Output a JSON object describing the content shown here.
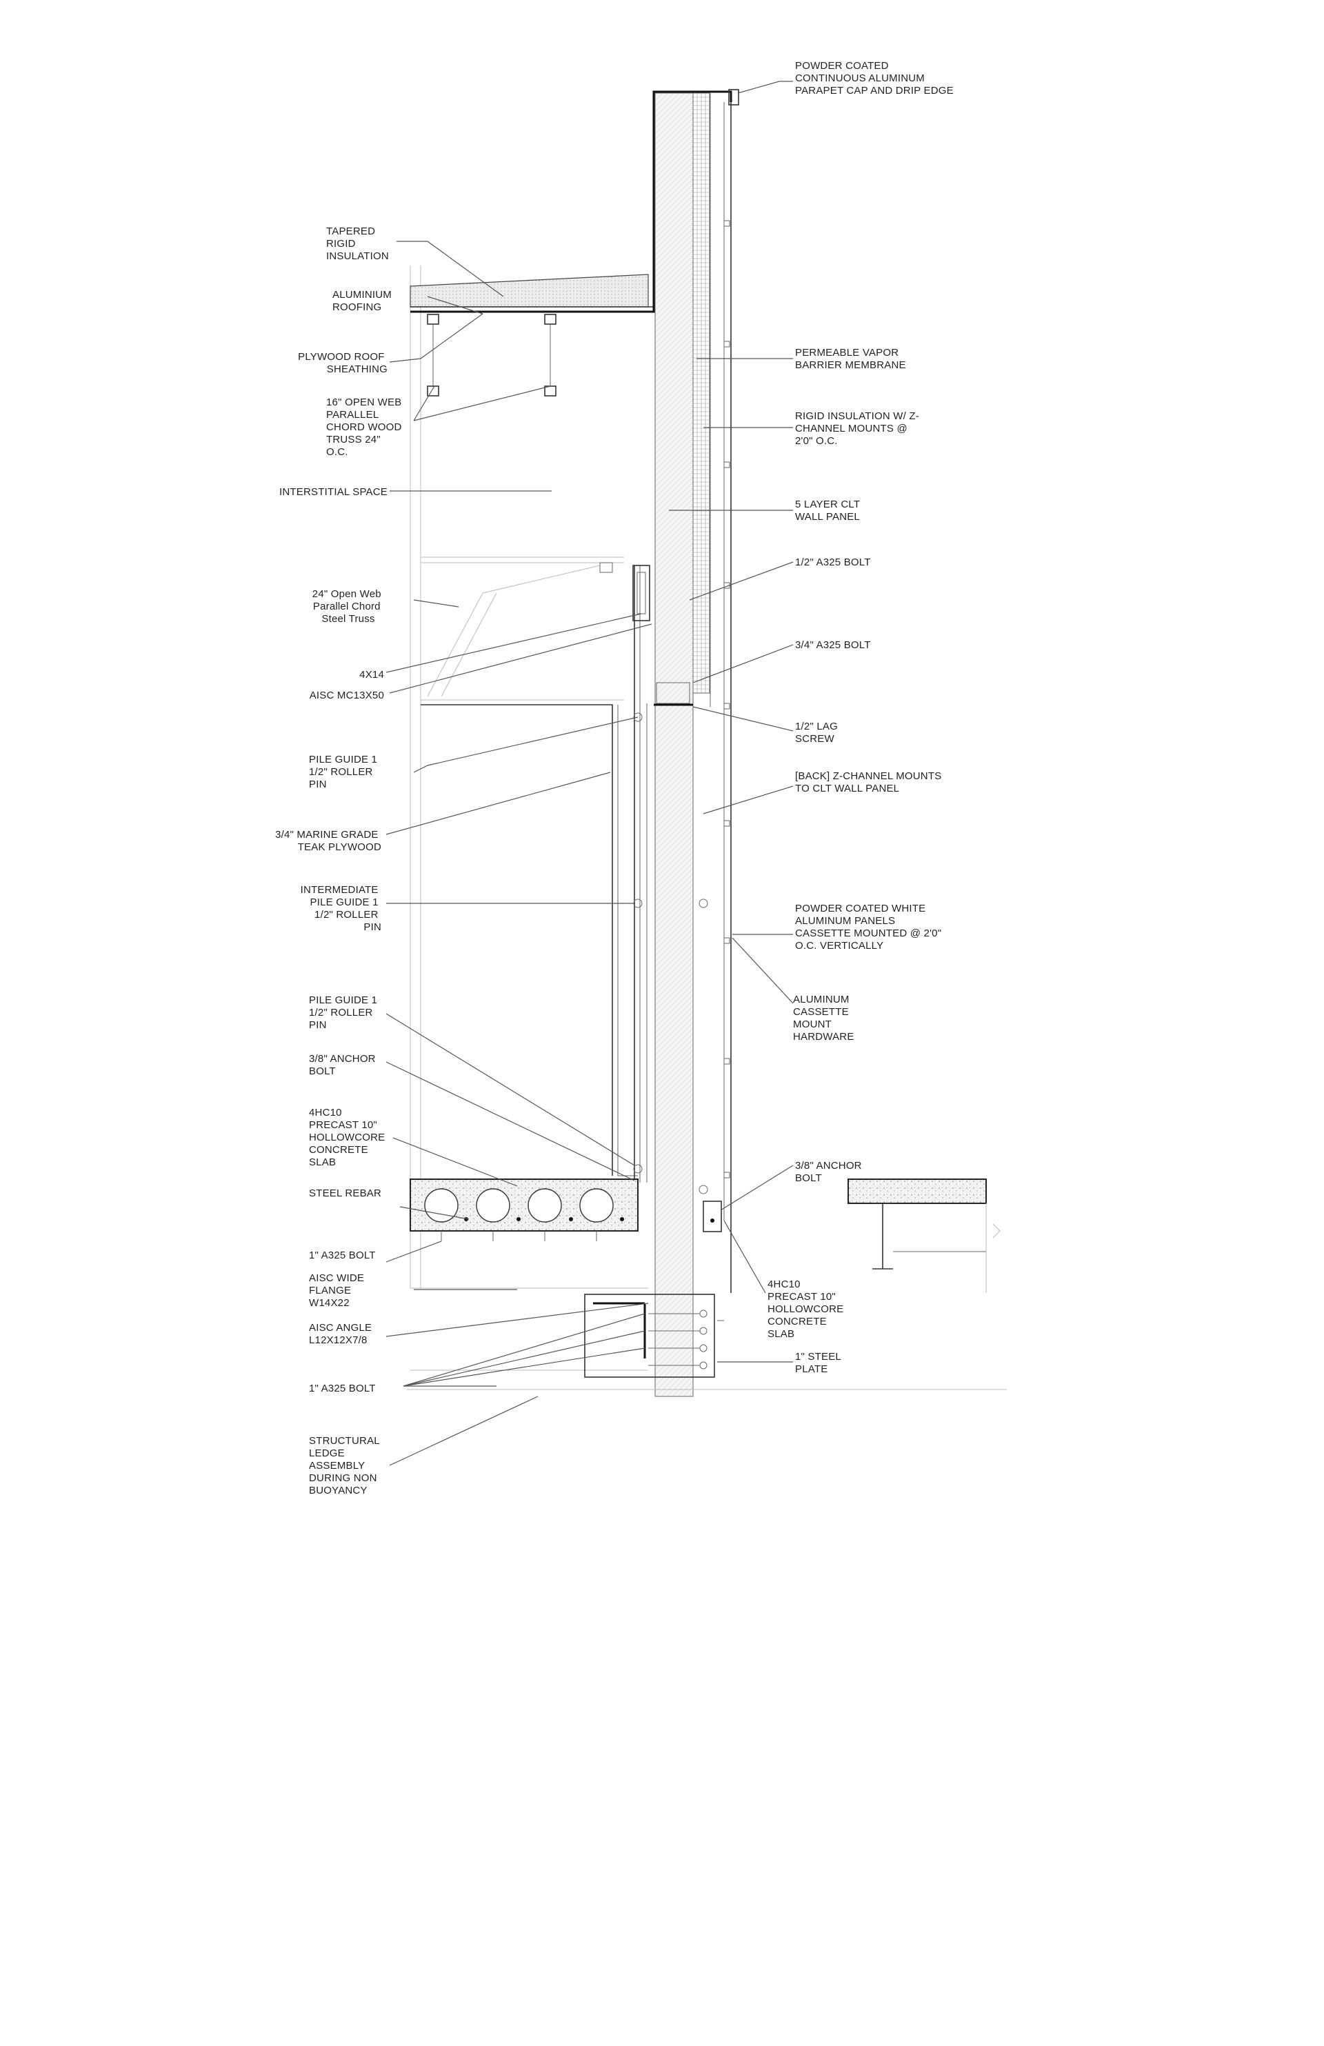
{
  "labels": {
    "parapet_cap": [
      "POWDER COATED",
      "CONTINUOUS ALUMINUM",
      "PARAPET CAP AND DRIP EDGE"
    ],
    "tapered_insulation": [
      "TAPERED",
      "RIGID",
      "INSULATION"
    ],
    "aluminium_roofing": [
      "ALUMINIUM",
      "ROOFING"
    ],
    "plywood_sheathing": [
      "PLYWOOD ROOF",
      "SHEATHING"
    ],
    "wood_truss": [
      "16\" OPEN WEB",
      "PARALLEL",
      "CHORD WOOD",
      "TRUSS 24\"",
      "O.C."
    ],
    "interstitial": [
      "INTERSTITIAL SPACE"
    ],
    "steel_truss": [
      "24\" Open Web",
      "Parallel Chord",
      "Steel Truss"
    ],
    "member_4x14": [
      "4X14"
    ],
    "mc13x50": [
      "AISC MC13X50"
    ],
    "pile_guide_upper": [
      "PILE GUIDE 1",
      "1/2\" ROLLER",
      "PIN"
    ],
    "teak_plywood": [
      "3/4\" MARINE GRADE",
      "TEAK PLYWOOD"
    ],
    "intermediate_guide": [
      "INTERMEDIATE",
      "PILE GUIDE 1",
      "1/2\" ROLLER",
      "PIN"
    ],
    "pile_guide_lower": [
      "PILE GUIDE 1",
      "1/2\" ROLLER",
      "PIN"
    ],
    "anchor_bolt_left": [
      "3/8\" ANCHOR",
      "BOLT"
    ],
    "hollowcore_left": [
      "4HC10",
      "PRECAST 10\"",
      "HOLLOWCORE",
      "CONCRETE",
      "SLAB"
    ],
    "steel_rebar": [
      "STEEL REBAR"
    ],
    "bolt_1_upper": [
      "1\" A325 BOLT"
    ],
    "wide_flange": [
      "AISC WIDE",
      "FLANGE",
      "W14X22"
    ],
    "angle": [
      "AISC ANGLE",
      "L12X12X7/8"
    ],
    "bolt_1_lower": [
      "1\" A325 BOLT"
    ],
    "ledge_assembly": [
      "STRUCTURAL",
      "LEDGE",
      "ASSEMBLY",
      "DURING NON",
      "BUOYANCY"
    ],
    "vapor_barrier": [
      "PERMEABLE VAPOR",
      "BARRIER MEMBRANE"
    ],
    "rigid_z": [
      "RIGID INSULATION W/ Z-",
      "CHANNEL MOUNTS @",
      "2'0\" O.C."
    ],
    "clt_panel": [
      "5 LAYER CLT",
      "WALL PANEL"
    ],
    "bolt_half": [
      "1/2\" A325 BOLT"
    ],
    "bolt_three_quarter": [
      "3/4\" A325 BOLT"
    ],
    "lag_screw": [
      "1/2\" LAG",
      "SCREW"
    ],
    "back_z_channel": [
      "[BACK] Z-CHANNEL MOUNTS",
      "TO CLT WALL PANEL"
    ],
    "alum_panels": [
      "POWDER COATED WHITE",
      "ALUMINUM PANELS",
      "CASSETTE MOUNTED @ 2'0\"",
      "O.C. VERTICALLY"
    ],
    "cassette_hw": [
      "ALUMINUM",
      "CASSETTE",
      "MOUNT",
      "HARDWARE"
    ],
    "anchor_bolt_right": [
      "3/8\" ANCHOR",
      "BOLT"
    ],
    "hollowcore_right": [
      "4HC10",
      "PRECAST 10\"",
      "HOLLOWCORE",
      "CONCRETE",
      "SLAB"
    ],
    "steel_plate": [
      "1\" STEEL",
      "PLATE"
    ]
  }
}
